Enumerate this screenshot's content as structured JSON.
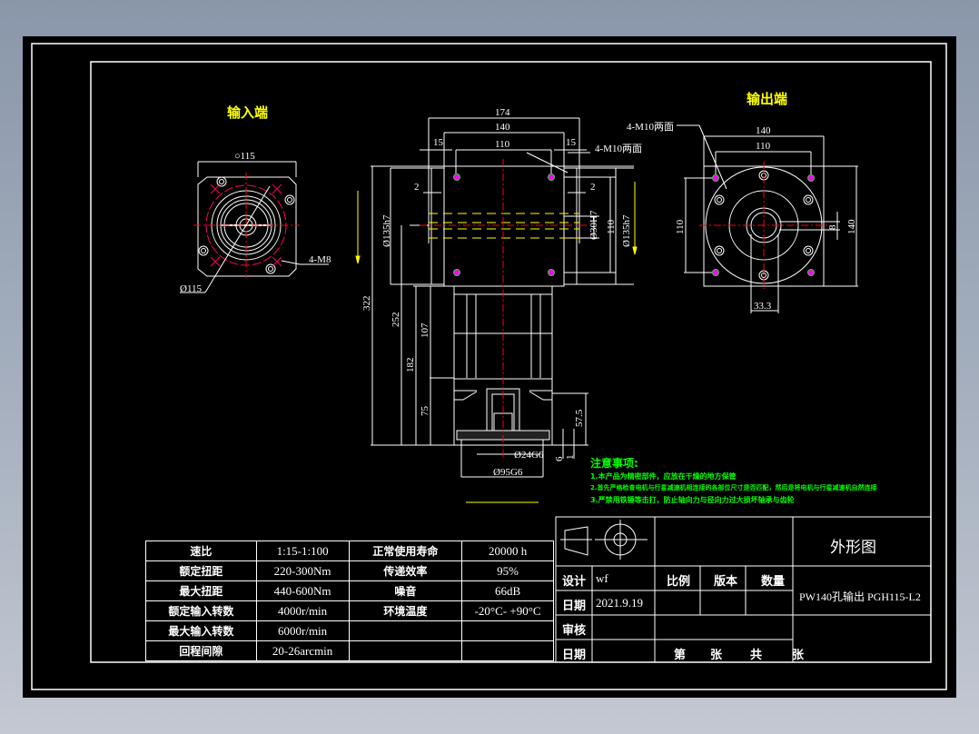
{
  "drawing": {
    "views": {
      "input_end": {
        "title": "输入端",
        "dims": {
          "width_top": "○115",
          "pcd": "Ø115",
          "holes": "4-M8"
        }
      },
      "side": {
        "dims": {
          "d174": "174",
          "d140": "140",
          "d110": "110",
          "d15_left": "15",
          "d15_right": "15",
          "d2_left": "2",
          "d2_right": "2",
          "holes": "4-M10两面",
          "bore_left": "Ø135h7",
          "bore_right": "Ø135h7",
          "shaft": "Ø30H7",
          "d110_v": "110",
          "d322": "322",
          "d252": "252",
          "d182": "182",
          "d107": "107",
          "d75": "75",
          "d57_5": "57.5",
          "d6": "6",
          "d1": "1",
          "d24": "Ø24G6",
          "d95": "Ø95G6"
        }
      },
      "output_end": {
        "title": "输出端",
        "dims": {
          "d140_top": "140",
          "d110_top": "110",
          "d110_left": "110",
          "d140_right": "140",
          "d8": "8",
          "d33_3": "33.3",
          "holes": "4-M10两面"
        }
      }
    },
    "notes": {
      "heading": "注意事项:",
      "items": [
        "1.本产品为精密部件，应放在干燥的地方保管",
        "2.首先严格检查电机与行星减速机相连接的各部位尺寸是否匹配，然后是将电机与行星减速机自然连接",
        "3.严禁用铁锤等击打，防止轴向力与径向力过大损坏轴承与齿轮"
      ]
    },
    "spec_table": {
      "rows": [
        [
          "速比",
          "1:15-1:100",
          "正常使用寿命",
          "20000 h"
        ],
        [
          "额定扭距",
          "220-300Nm",
          "传递效率",
          "95%"
        ],
        [
          "最大扭距",
          "440-600Nm",
          "噪音",
          "66dB"
        ],
        [
          "额定输入转数",
          "4000r/min",
          "环境温度",
          "-20°C- +90°C"
        ],
        [
          "最大输入转数",
          "6000r/min",
          "",
          ""
        ],
        [
          "回程间隙",
          "20-26arcmin",
          "",
          ""
        ]
      ]
    },
    "title_block": {
      "drawing_name": "外形图",
      "part_name": "PW140孔输出 PGH115-L2",
      "design_label": "设计",
      "design_value": "wf",
      "date_label": "日期",
      "date_value": "2021.9.19",
      "review_label": "审核",
      "date2_label": "日期",
      "scale_label": "比例",
      "version_label": "版本",
      "qty_label": "数量",
      "sheet_di": "第",
      "sheet_zhang1": "张",
      "sheet_gong": "共",
      "sheet_zhang2": "张"
    },
    "colors": {
      "background": "#000000",
      "line": "#ffffff",
      "center": "#ff0000",
      "hidden": "#ffff00",
      "notes": "#00ff00",
      "title": "#ffff00",
      "hole": "#ff00ff"
    }
  }
}
